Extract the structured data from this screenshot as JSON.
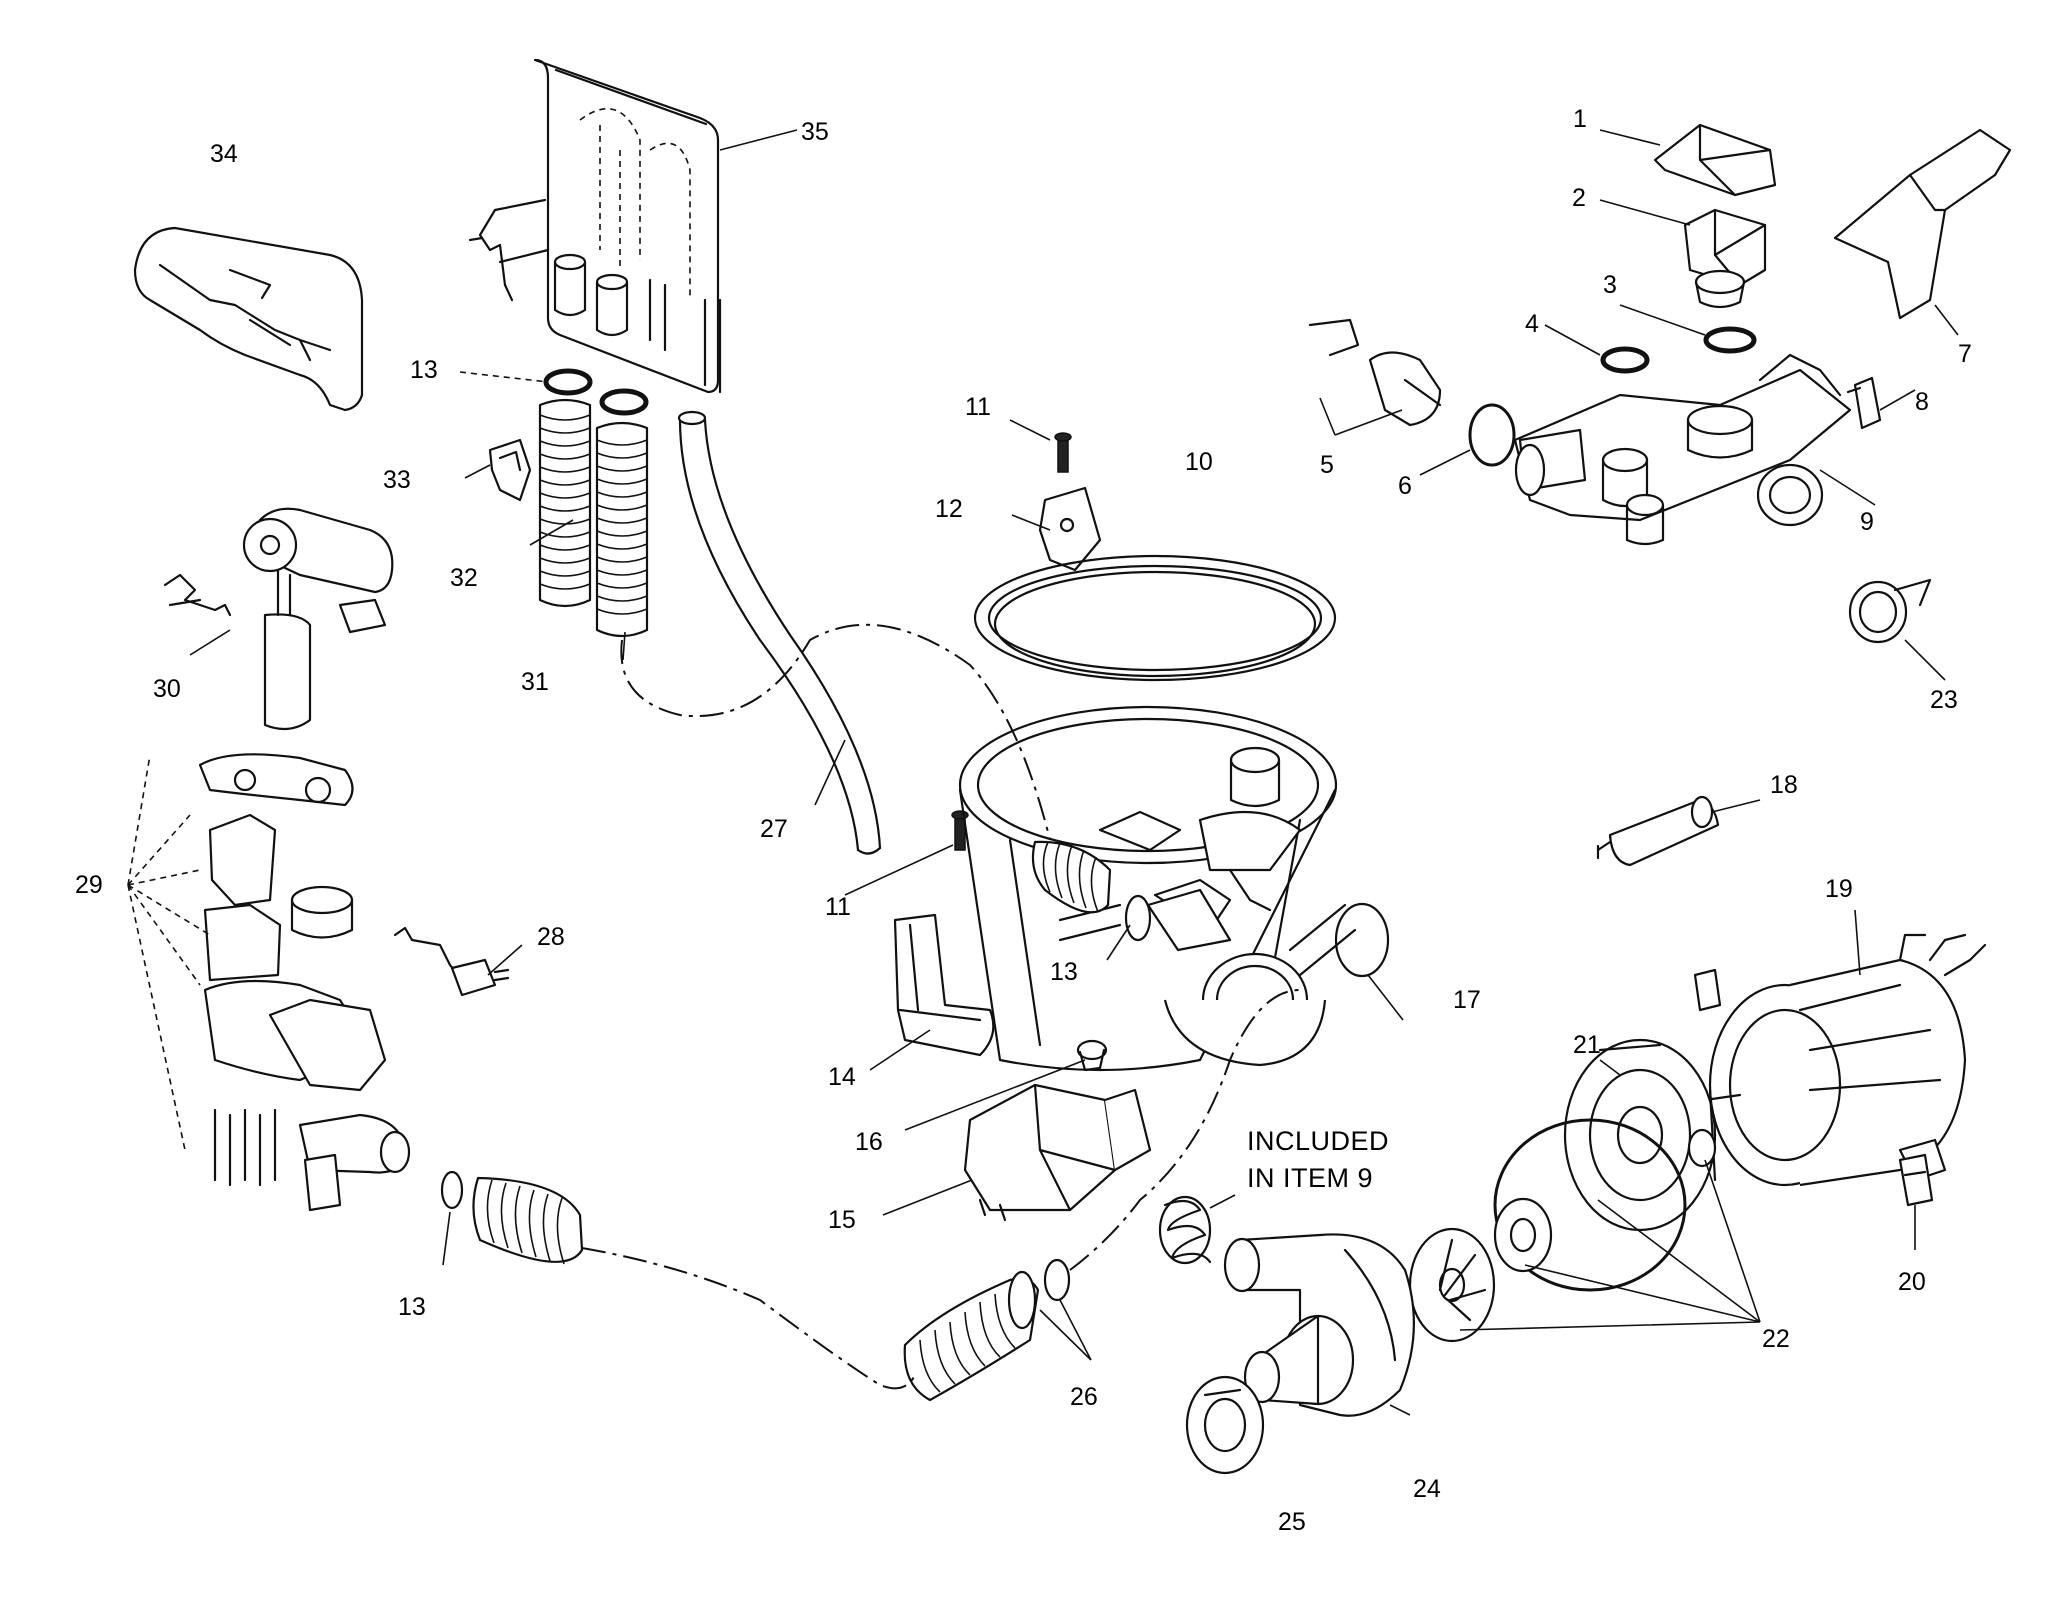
{
  "diagram": {
    "callouts": {
      "c1": "1",
      "c2": "2",
      "c3": "3",
      "c4": "4",
      "c5": "5",
      "c6": "6",
      "c7": "7",
      "c8": "8",
      "c9": "9",
      "c10": "10",
      "c11a": "11",
      "c11b": "11",
      "c12": "12",
      "c13a": "13",
      "c13b": "13",
      "c13c": "13",
      "c14": "14",
      "c15": "15",
      "c16": "16",
      "c17": "17",
      "c18": "18",
      "c19": "19",
      "c20": "20",
      "c21": "21",
      "c22": "22",
      "c23": "23",
      "c24": "24",
      "c25": "25",
      "c26": "26",
      "c27": "27",
      "c28": "28",
      "c29": "29",
      "c30": "30",
      "c31": "31",
      "c32": "32",
      "c33": "33",
      "c34": "34",
      "c35": "35"
    },
    "note_line1": "INCLUDED",
    "note_line2": "IN ITEM 9"
  }
}
